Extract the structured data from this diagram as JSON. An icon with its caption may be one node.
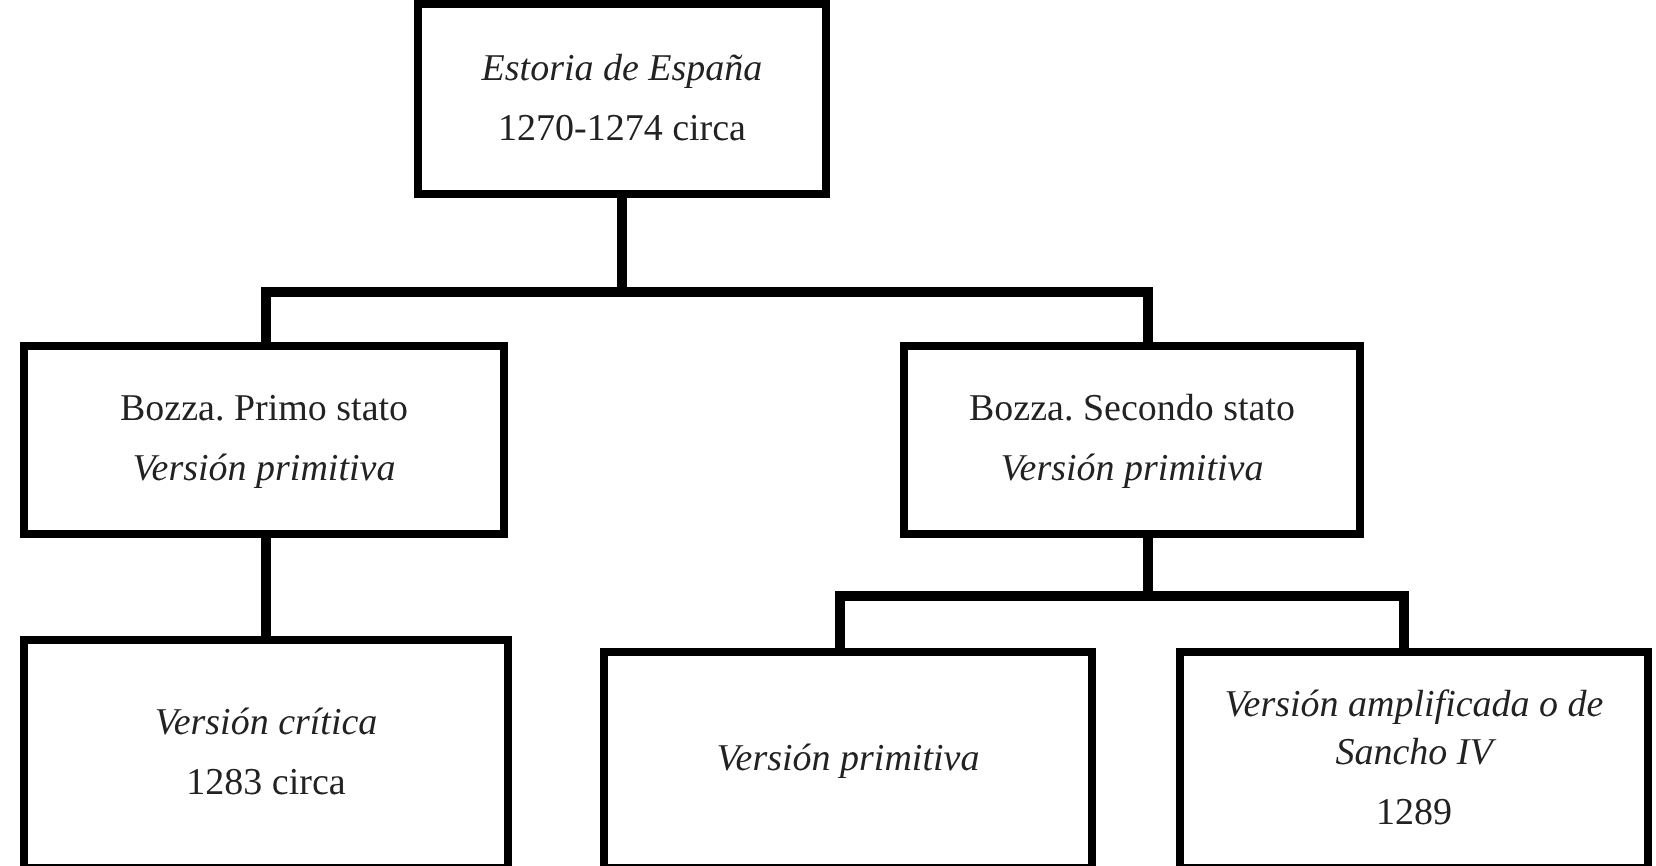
{
  "diagram": {
    "nodes": [
      {
        "text": [
          "Estoria de España",
          "1270-1274 circa"
        ]
      },
      {
        "text": [
          "Bozza. Primo stato",
          "Versión primitiva"
        ]
      },
      {
        "text": [
          "Bozza. Secondo stato",
          "Versión primitiva"
        ]
      },
      {
        "text": [
          "Versión crítica",
          "1283 circa"
        ]
      },
      {
        "text": [
          "Versión primitiva"
        ]
      },
      {
        "text": [
          "Versión amplificada o de Sancho IV",
          "1289"
        ]
      }
    ],
    "edges": [
      {
        "from": 0,
        "to": 1,
        "arrow": "none"
      },
      {
        "from": 0,
        "to": 2,
        "arrow": "none"
      },
      {
        "from": 1,
        "to": 3,
        "arrow": "none"
      },
      {
        "from": 2,
        "to": 4,
        "arrow": "none"
      },
      {
        "from": 2,
        "to": 5,
        "arrow": "none"
      }
    ]
  }
}
